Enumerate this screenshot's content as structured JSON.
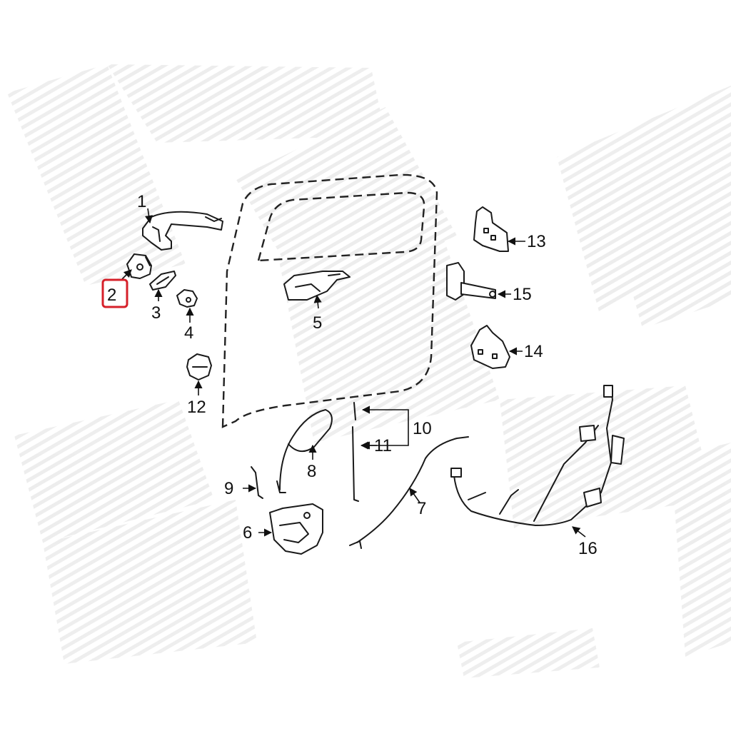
{
  "diagram": {
    "highlight_color": "#d6202a",
    "highlighted_part": "2",
    "labels": {
      "p1": "1",
      "p2": "2",
      "p3": "3",
      "p4": "4",
      "p5": "5",
      "p6": "6",
      "p7": "7",
      "p8": "8",
      "p9": "9",
      "p10": "10",
      "p11": "11",
      "p12": "12",
      "p13": "13",
      "p14": "14",
      "p15": "15",
      "p16": "16"
    }
  }
}
